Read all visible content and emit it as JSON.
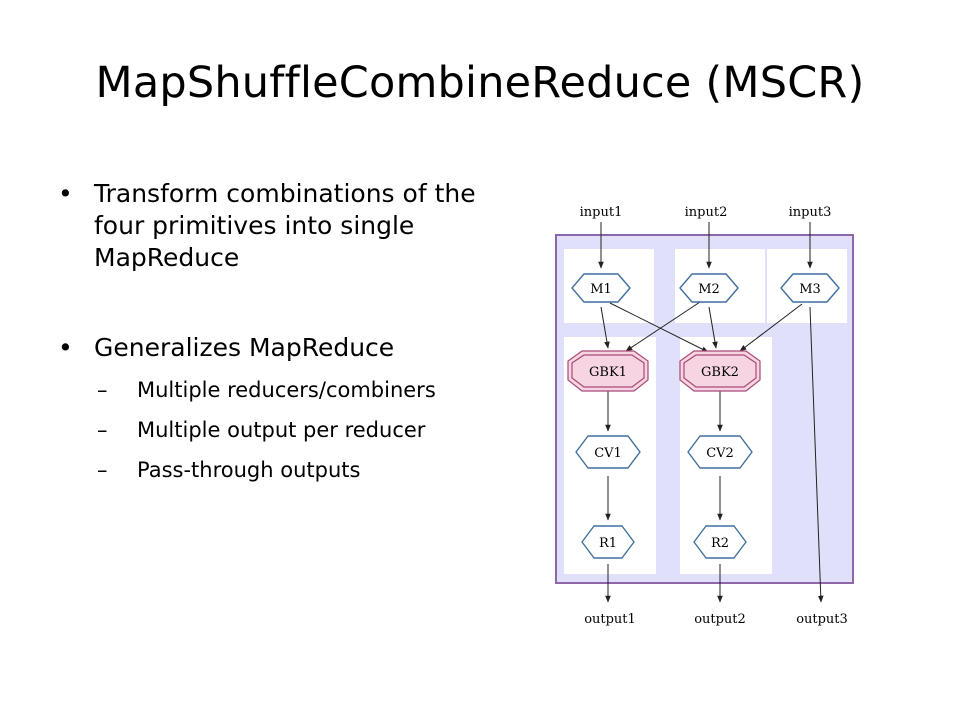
{
  "slide": {
    "title": "MapShuffleCombineReduce (MSCR)",
    "bullets": [
      {
        "text": "Transform combinations of the four primitives into single MapReduce",
        "subs": []
      },
      {
        "text": "Generalizes MapReduce",
        "subs": [
          "Multiple reducers/combiners",
          "Multiple output per reducer",
          "Pass-through outputs"
        ]
      }
    ],
    "bullet_glyph": "•",
    "dash_glyph": "–"
  },
  "diagram": {
    "inputs": [
      "input1",
      "input2",
      "input3"
    ],
    "mappers": [
      "M1",
      "M2",
      "M3"
    ],
    "groupbykeys": [
      "GBK1",
      "GBK2"
    ],
    "combiners": [
      "CV1",
      "CV2"
    ],
    "reducers": [
      "R1",
      "R2"
    ],
    "outputs": [
      "output1",
      "output2",
      "output3"
    ],
    "edges": [
      [
        "input1",
        "M1"
      ],
      [
        "input2",
        "M2"
      ],
      [
        "input3",
        "M3"
      ],
      [
        "M1",
        "GBK1"
      ],
      [
        "M1",
        "GBK2"
      ],
      [
        "M2",
        "GBK1"
      ],
      [
        "M2",
        "GBK2"
      ],
      [
        "M3",
        "GBK2"
      ],
      [
        "M3",
        "output3"
      ],
      [
        "GBK1",
        "CV1"
      ],
      [
        "GBK2",
        "CV2"
      ],
      [
        "CV1",
        "R1"
      ],
      [
        "CV2",
        "R2"
      ],
      [
        "R1",
        "output1"
      ],
      [
        "R2",
        "output2"
      ]
    ],
    "colors": {
      "mscr_fill": "#e0e0fa",
      "mscr_border": "#8e67a8",
      "node_border": "#3f6fa0",
      "gbk_fill": "#f6d4e2",
      "gbk_border": "#a84a78"
    }
  }
}
